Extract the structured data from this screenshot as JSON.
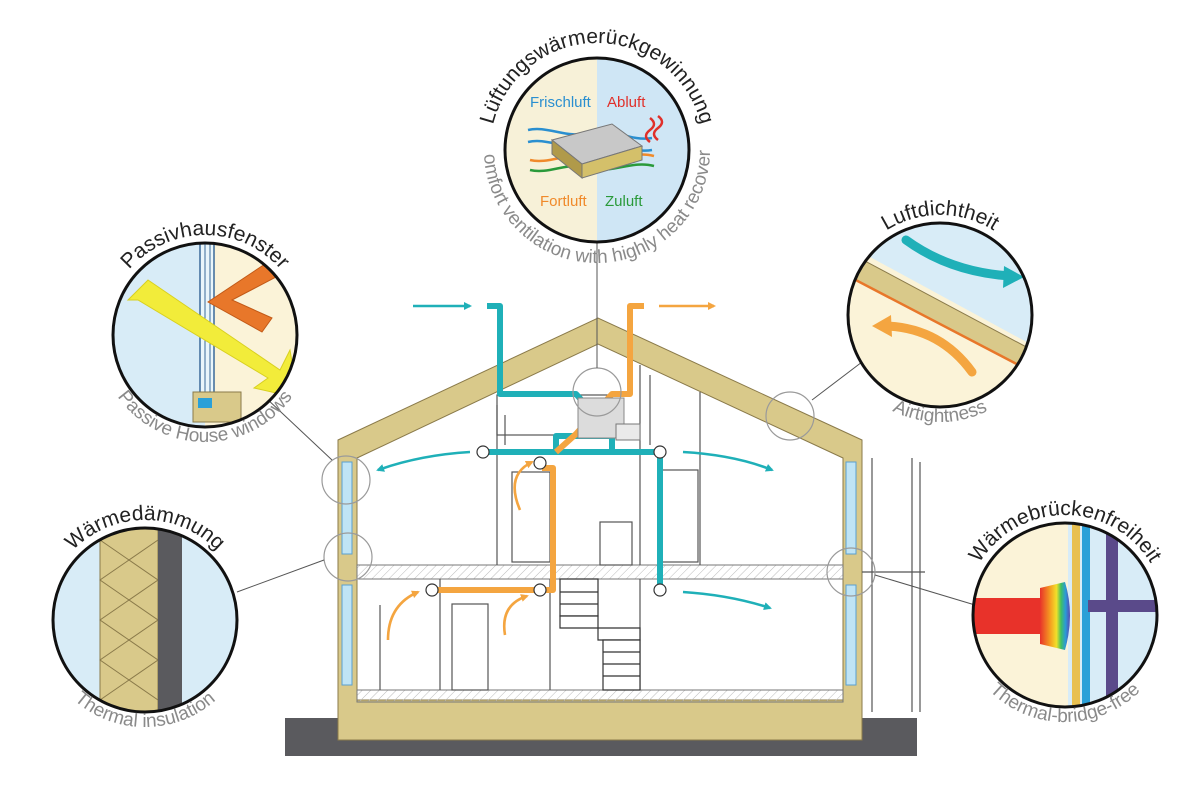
{
  "callouts": {
    "ventilation": {
      "title": "Lüftungswärmerückgewinnung",
      "subtitle": "Comfort ventilation with highly heat recovery",
      "labels": {
        "frischluft": "Frischluft",
        "abluft": "Abluft",
        "fortluft": "Fortluft",
        "zuluft": "Zuluft"
      }
    },
    "windows": {
      "title": "Passivhausfenster",
      "subtitle": "Passive House windows"
    },
    "airtightness": {
      "title": "Luftdichtheit",
      "subtitle": "Airtightness"
    },
    "insulation": {
      "title": "Wärmedämmung",
      "subtitle": "Thermal insulation"
    },
    "thermal_bridge": {
      "title": "Wärmebrückenfreiheit",
      "subtitle": "Thermal-bridge-free"
    }
  },
  "colors": {
    "insulation": "#d9c98a",
    "supply_air": "#1fb0b8",
    "exhaust_air": "#f4a540",
    "ground": "#5a5a5e",
    "frischluft": "#2a8fd0",
    "abluft": "#e0302a",
    "fortluft": "#f08a2a",
    "zuluft": "#2a9a3a"
  }
}
